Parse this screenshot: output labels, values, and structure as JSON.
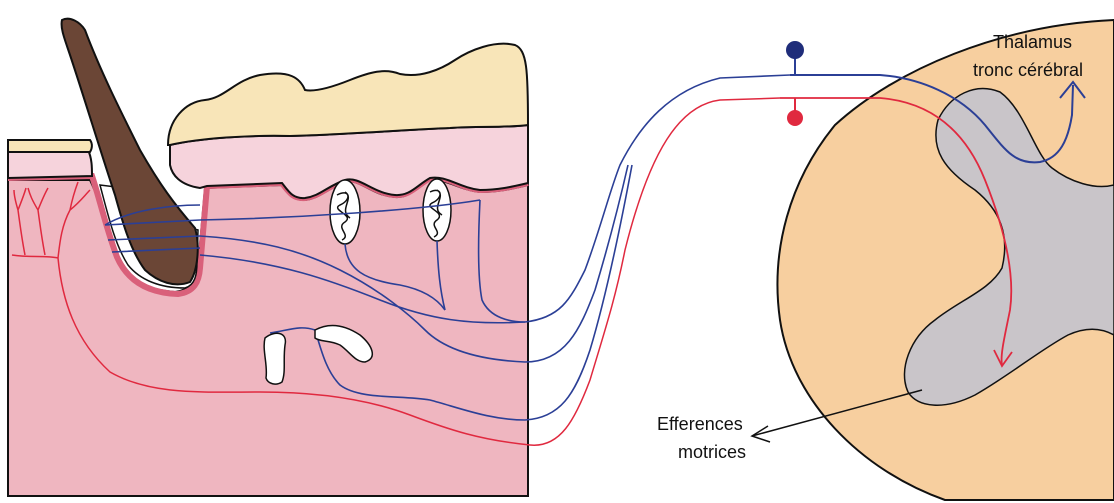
{
  "labels": {
    "thalamus_line1": "Thalamus",
    "thalamus_line2": "tronc cérébral",
    "efferences_line1": "Efferences",
    "efferences_line2": "motrices"
  },
  "colors": {
    "dermis": "#efb6c0",
    "dermis_border": "#d9607a",
    "epidermis_pink": "#f6d3dc",
    "stratum_corneum": "#f8e5b8",
    "hair_shaft": "#6b4636",
    "spinal_cord": "#f7cf9f",
    "grey_matter": "#c9c5c9",
    "sensory_fiber_blue": "#2b3f96",
    "pain_fiber_red": "#e0293f",
    "outline": "#111111"
  },
  "icons": {
    "blue_ganglion": "dorsal-root-ganglion-blue",
    "red_ganglion": "dorsal-root-ganglion-red",
    "arrow": "pointer-arrow"
  }
}
